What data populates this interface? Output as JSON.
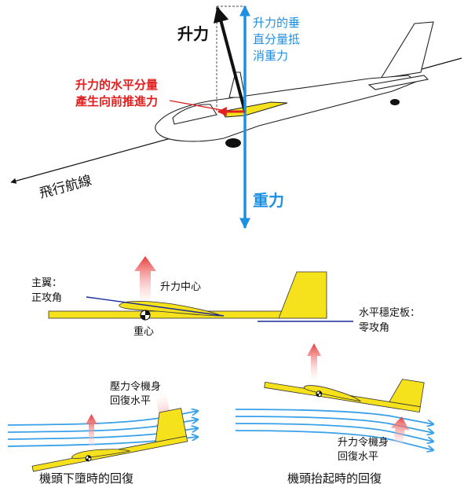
{
  "top": {
    "lift": "升力",
    "vertical_component": [
      "升力的垂",
      "直分量抵",
      "消重力"
    ],
    "horizontal_component": [
      "升力的水平分量",
      "產生向前推進力"
    ],
    "flight_path": "飛行航線",
    "gravity": "重力"
  },
  "middle": {
    "main_wing": [
      "主翼：",
      "正攻角"
    ],
    "center_of_lift": "升力中心",
    "center_of_gravity": "重心",
    "stabilizer": [
      "水平穩定板：",
      "零攻角"
    ]
  },
  "bottom": {
    "left_force": [
      "壓力令機身",
      "回復水平"
    ],
    "left_caption": "機頭下墮時的回復",
    "right_force": [
      "升力令機身",
      "回復水平"
    ],
    "right_caption": "機頭抬起時的回復"
  },
  "colors": {
    "black": "#111111",
    "blue": "#1e90e0",
    "red": "#e02020",
    "yellow": "#f5e11c",
    "dark_blue": "#1a2a9a",
    "flow_blue": "#3aa0e8"
  }
}
